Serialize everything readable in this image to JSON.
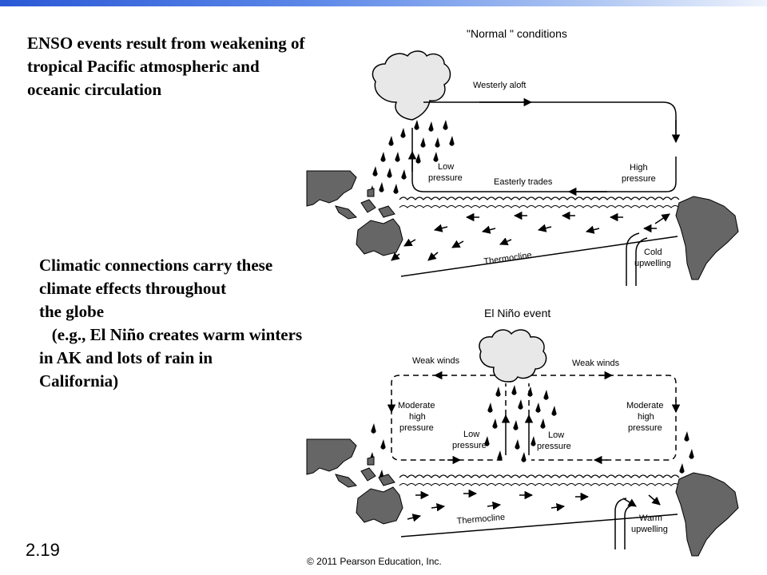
{
  "main_text": {
    "lines": [
      "ENSO events result from weakening of",
      "tropical Pacific atmospheric and",
      "oceanic circulation"
    ]
  },
  "connections_text": {
    "lines": [
      "Climatic connections carry these",
      "climate effects throughout",
      "the globe",
      "   (e.g., El Niño creates warm winters",
      "in AK and lots of rain in",
      "California)"
    ]
  },
  "slide_number": "2.19",
  "copyright": "© 2011 Pearson Education, Inc.",
  "normal_diagram": {
    "title": "\"Normal \" conditions",
    "westerly_aloft": "Westerly aloft",
    "low_pressure": [
      "Low",
      "pressure"
    ],
    "easterly_trades": "Easterly trades",
    "high_pressure": [
      "High",
      "pressure"
    ],
    "thermocline": "Thermocline",
    "cold_upwelling": [
      "Cold",
      "upwelling"
    ]
  },
  "elnino_diagram": {
    "title": "El Niño event",
    "weak_winds_left": "Weak winds",
    "weak_winds_right": "Weak winds",
    "moderate_high_left": [
      "Moderate",
      "high",
      "pressure"
    ],
    "low_pressure_left": [
      "Low",
      "pressure"
    ],
    "low_pressure_right": [
      "Low",
      "pressure"
    ],
    "moderate_high_right": [
      "Moderate",
      "high",
      "pressure"
    ],
    "thermocline": "Thermocline",
    "warm_upwelling": [
      "Warm",
      "upwelling"
    ]
  }
}
